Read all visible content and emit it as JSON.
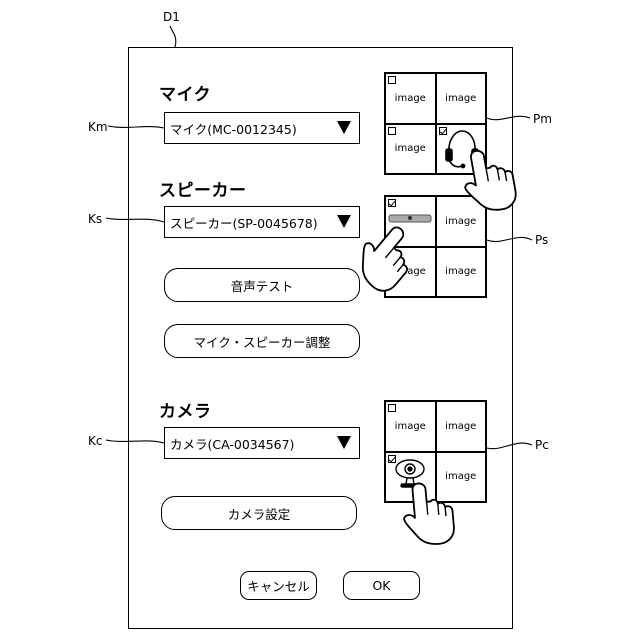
{
  "figure_label": "D1",
  "sections": {
    "mic": {
      "title": "マイク",
      "selected": "マイク(MC-0012345)",
      "ref": "Km",
      "grid_ref": "Pm",
      "cells": [
        "image",
        "image",
        "image",
        ""
      ]
    },
    "speaker": {
      "title": "スピーカー",
      "selected": "スピーカー(SP-0045678)",
      "ref": "Ks",
      "grid_ref": "Ps",
      "cells": [
        "",
        "image",
        "image",
        "image"
      ]
    },
    "camera": {
      "title": "カメラ",
      "selected": "カメラ(CA-0034567)",
      "ref": "Kc",
      "grid_ref": "Pc",
      "cells": [
        "image",
        "image",
        "",
        "image"
      ]
    }
  },
  "buttons": {
    "sound_test": "音声テスト",
    "mic_speaker_adjust": "マイク・スピーカー調整",
    "camera_settings": "カメラ設定",
    "cancel": "キャンセル",
    "ok": "OK"
  },
  "icons": {
    "mic_selected": "headset-icon",
    "speaker_selected": "soundbar-icon",
    "camera_selected": "webcam-icon",
    "pointer": "hand-pointer-icon"
  }
}
